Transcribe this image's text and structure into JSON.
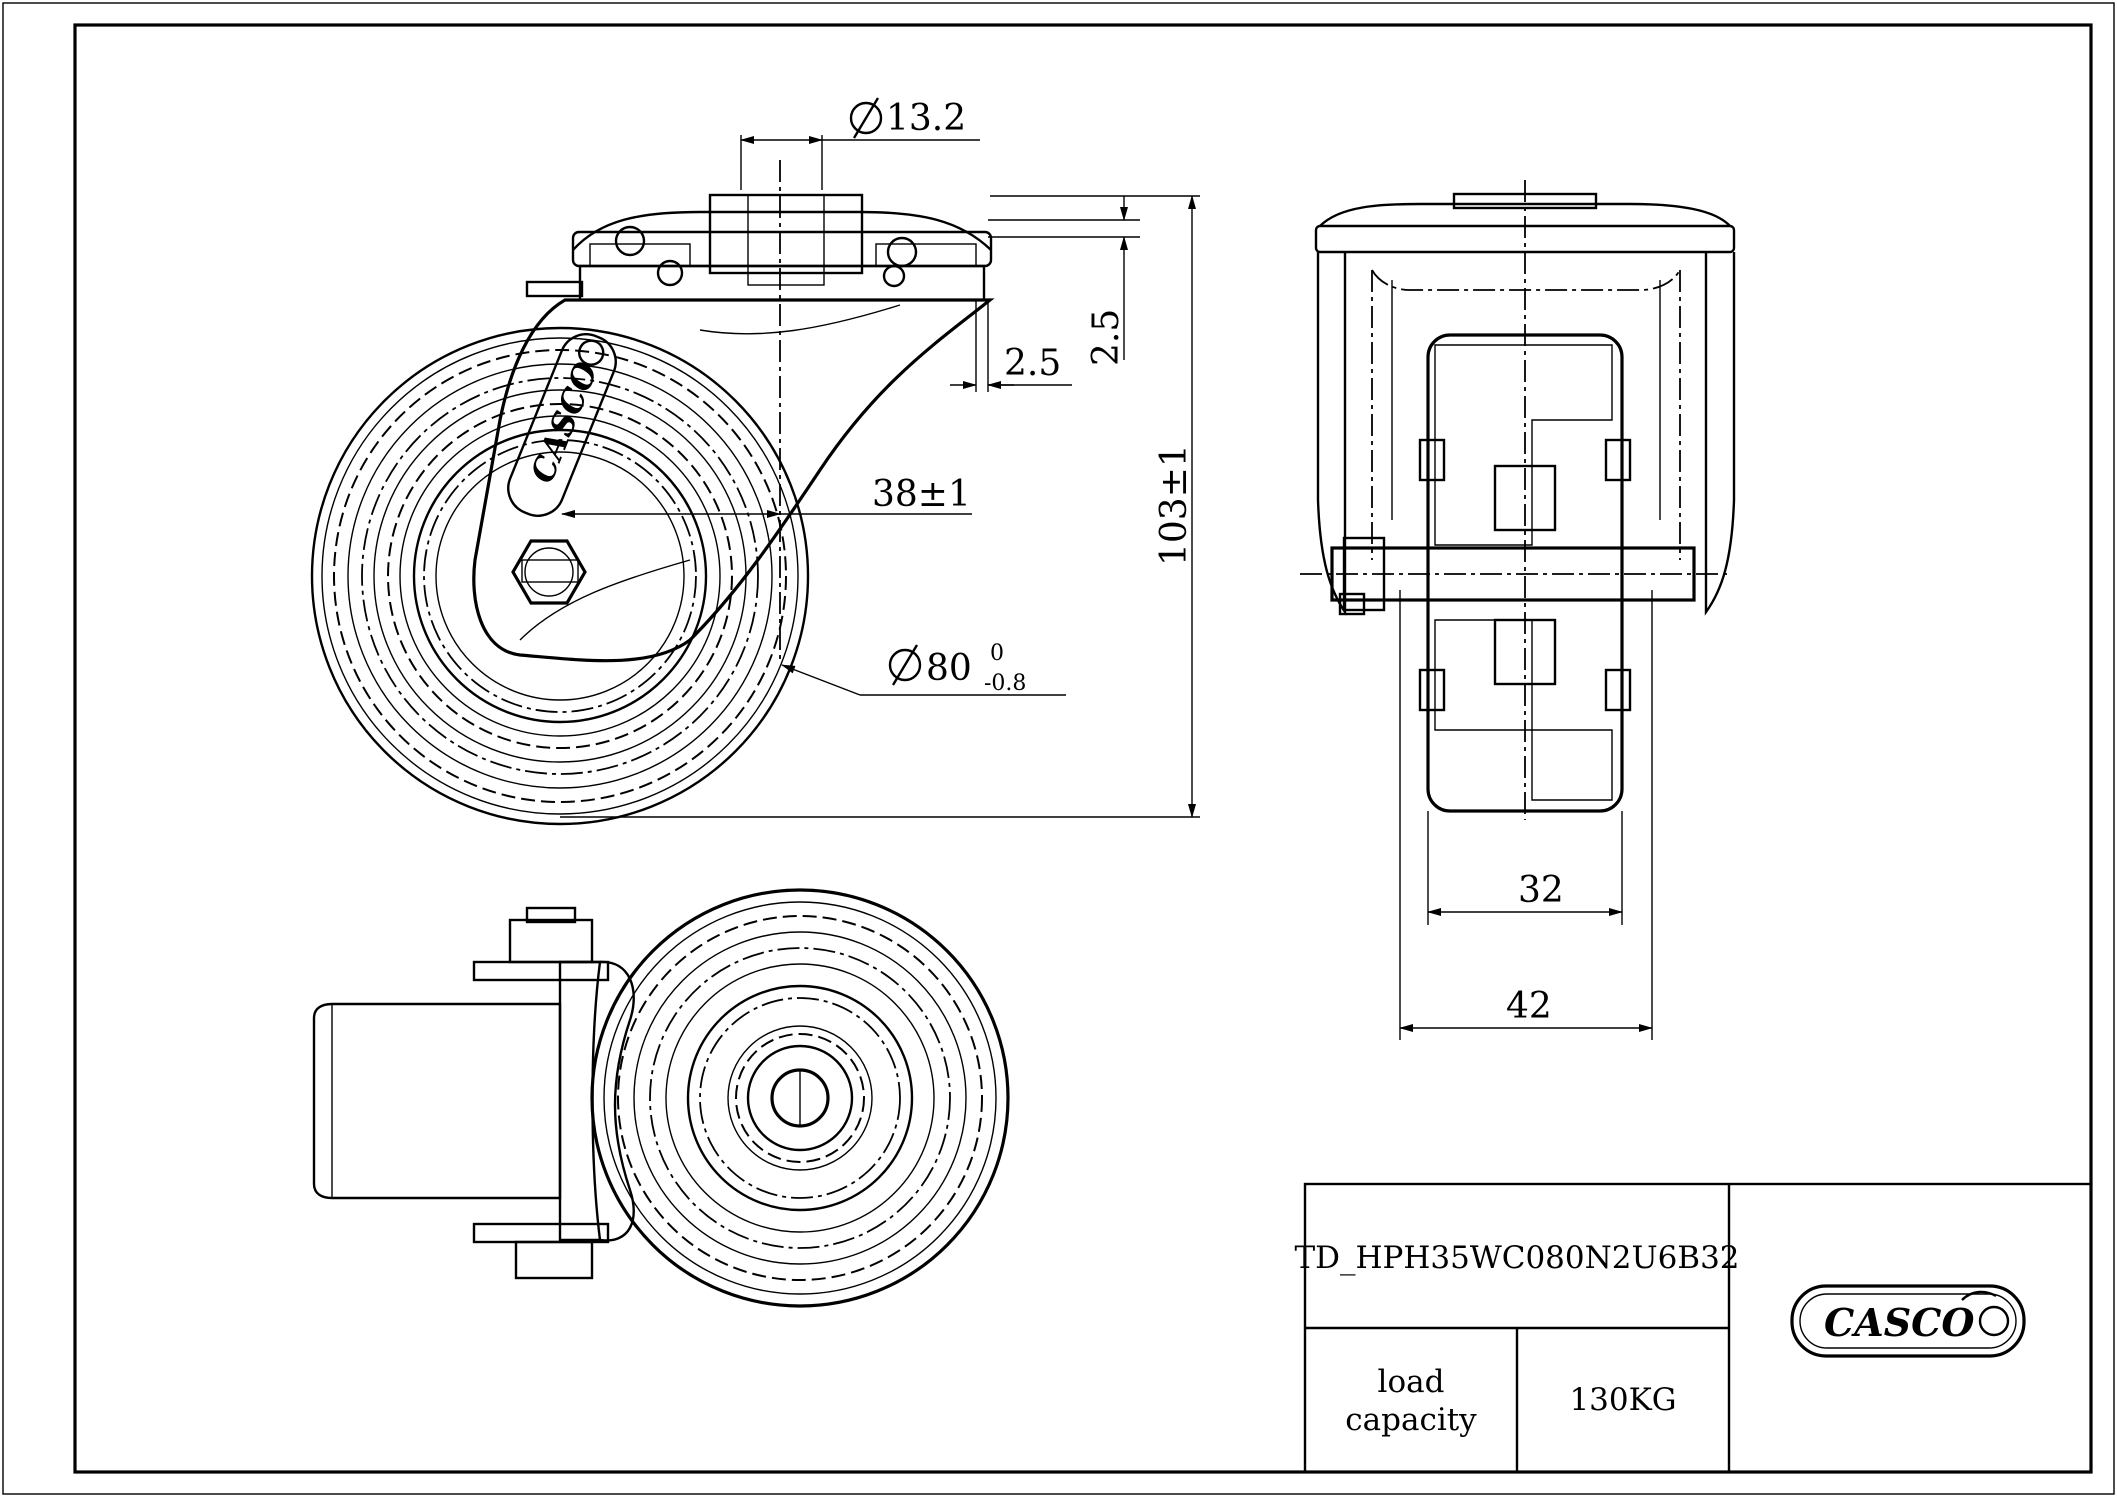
{
  "dimensions": {
    "hole_diameter": "13.2",
    "plate_gap_a": "2.5",
    "plate_gap_b": "2.5",
    "offset": "38±1",
    "total_height": "103±1",
    "wheel_diameter": "80",
    "wheel_tol_upper": "0",
    "wheel_tol_lower": "-0.8",
    "tread_width": "32",
    "overall_width": "42"
  },
  "title_block": {
    "part_number": "TD_HPH35WC080N2U6B32",
    "label_line1": "load",
    "label_line2": "capacity",
    "value": "130KG",
    "logo_text": "CASCO"
  },
  "wheel_marking": "CASCO",
  "icons": [
    "diameter-symbol",
    "casco-logo",
    "hex-nut"
  ],
  "colors": {
    "line": "#000000",
    "background": "#ffffff"
  }
}
